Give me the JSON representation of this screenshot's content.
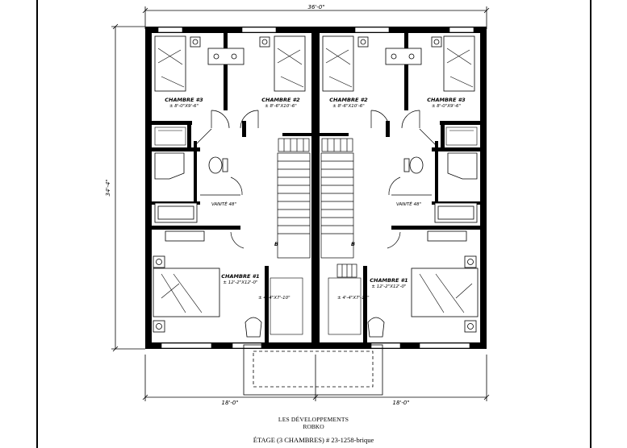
{
  "dimensions": {
    "overall_width": "36'-0\"",
    "overall_depth": "34'-4\"",
    "unit_width_left": "18'-0\"",
    "unit_width_right": "18'-0\""
  },
  "rooms_left": {
    "chambre3": {
      "name": "CHAMBRE #3",
      "size": "± 8'-0\"X9'-6\""
    },
    "chambre2": {
      "name": "CHAMBRE #2",
      "size": "± 8'-6\"X10'-6\""
    },
    "chambre1": {
      "name": "CHAMBRE #1",
      "size": "± 12'-2\"X12'-0\""
    },
    "vanite": "VANITÉ 48\"",
    "closet": "± 4'-4\"X7'-10\"",
    "stair_tag": "B"
  },
  "rooms_right": {
    "chambre3": {
      "name": "CHAMBRE #3",
      "size": "± 8'-0\"X9'-6\""
    },
    "chambre2": {
      "name": "CHAMBRE #2",
      "size": "± 8'-6\"X10'-6\""
    },
    "chambre1": {
      "name": "CHAMBRE #1",
      "size": "± 12'-2\"X12'-0\""
    },
    "vanite": "VANITÉ 48\"",
    "closet": "± 4'-4\"X7'-10\"",
    "stair_tag": "B"
  },
  "caption": {
    "company_line1": "LES DÉVELOPPEMENTS",
    "company_line2": "ROBKO",
    "plan_title": "ÉTAGE (3 CHAMBRES)   # 23-1258-brique"
  }
}
